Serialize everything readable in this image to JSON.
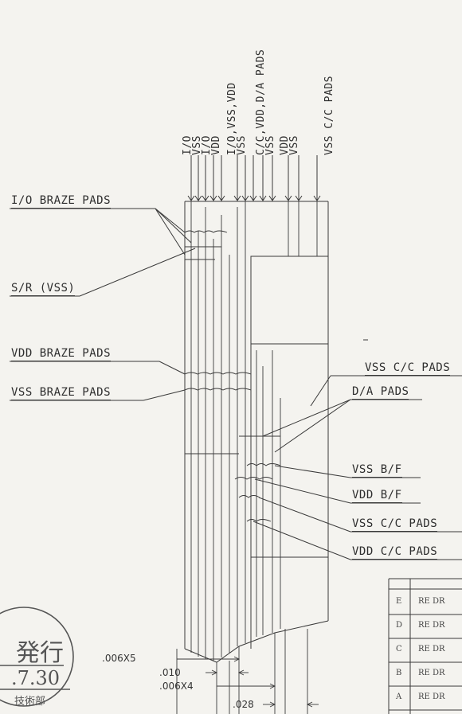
{
  "top_labels": [
    "I/O",
    "VSS",
    "I/O",
    "VDD",
    "I/O,VSS,VDD",
    "VSS",
    "C/C,VDD,D/A PADS",
    "VSS",
    "VDD",
    "VSS",
    "VSS C/C PADS"
  ],
  "left_labels": {
    "io_braze": "I/O BRAZE PADS",
    "sr_vss": "S/R (VSS)",
    "vdd_braze": "VDD BRAZE PADS",
    "vss_braze": "VSS BRAZE PADS"
  },
  "right_labels": {
    "vss_cc_top": "VSS C/C PADS",
    "da": "D/A PADS",
    "vss_bf": "VSS B/F",
    "vdd_bf": "VDD B/F",
    "vss_cc": "VSS C/C PADS",
    "vdd_cc": "VDD C/C PADS"
  },
  "dimensions": {
    "d1": ".006X5",
    "d2": ".010",
    "d3": ".006X4",
    "d4": ".028"
  },
  "revision_table": [
    {
      "letter": "E",
      "text": "RE DR"
    },
    {
      "letter": "D",
      "text": "RE DR"
    },
    {
      "letter": "C",
      "text": "RE DR"
    },
    {
      "letter": "B",
      "text": "RE DR"
    },
    {
      "letter": "A",
      "text": "RE DR"
    }
  ],
  "stamp": {
    "line1": "発行",
    "line2": ".7.30",
    "line3": "技術部"
  },
  "colors": {
    "line": "#3a3a3a",
    "paper": "#f4f3ef",
    "stamp": "#555555"
  }
}
